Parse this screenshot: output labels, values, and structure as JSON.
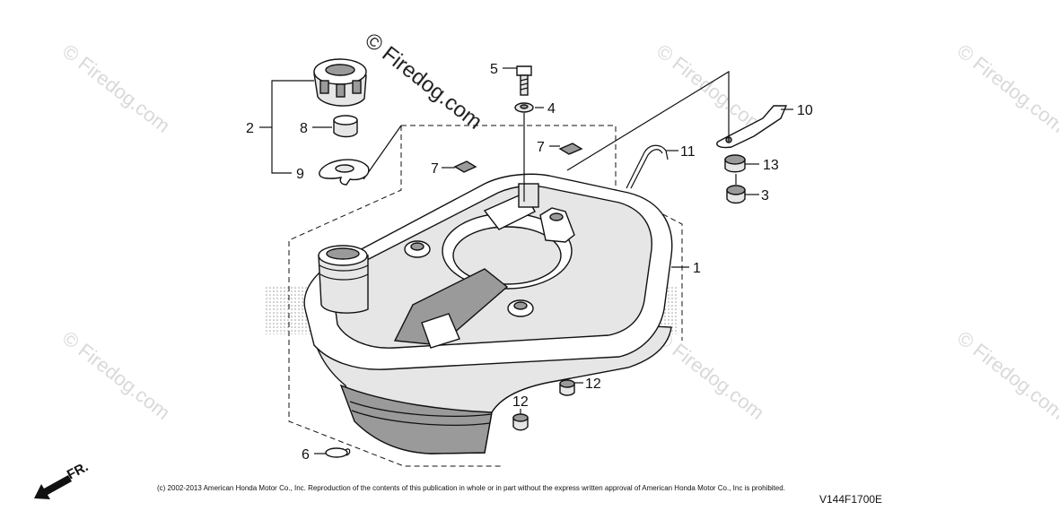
{
  "watermark": {
    "main": "© Firedog.com",
    "tile": "© Firedog.com"
  },
  "callouts": {
    "c1": "1",
    "c2": "2",
    "c3": "3",
    "c4": "4",
    "c5": "5",
    "c6": "6",
    "c7a": "7",
    "c7b": "7",
    "c8": "8",
    "c9": "9",
    "c10": "10",
    "c11": "11",
    "c12a": "12",
    "c12b": "12",
    "c13": "13"
  },
  "direction_label": "FR.",
  "copyright": "(c) 2002-2013 American Honda Motor Co., Inc. Reproduction of the contents of this publication in whole or in part without the express written approval of American Honda Motor Co., Inc is prohibited.",
  "diagram_code": "V144F1700E"
}
